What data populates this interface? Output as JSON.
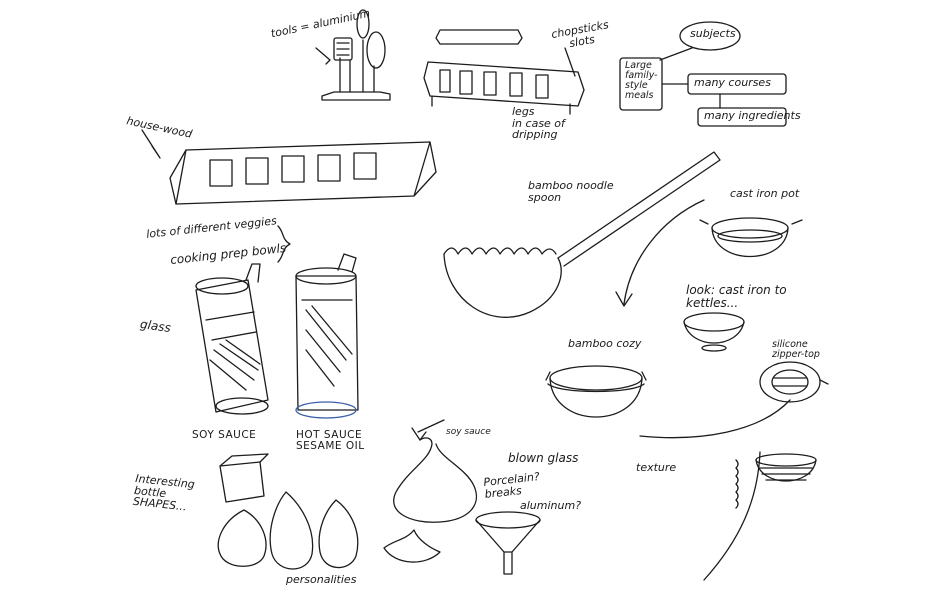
{
  "labels": {
    "tools": "tools = aluminium",
    "chopsticks": "chopsticks\nslots",
    "subjects": "subjects",
    "large_family": "Large\nfamily-\nstyle\nmeals",
    "many_courses": "many courses",
    "many_ingredients": "many ingredients",
    "legs": "legs\nin case of\ndripping",
    "house_wood": "house-wood",
    "veggies": "lots of different veggies",
    "cooking_bowls": "cooking prep bowls",
    "bamboo_spoon": "bamboo noodle\nspoon",
    "cast_iron_pot": "cast iron pot",
    "cast_iron_kettles": "look: cast iron to\nkettles...",
    "glass": "glass",
    "bamboo_cozy": "bamboo cozy",
    "silicone_top": "silicone\nzipper-top",
    "soy_sauce": "SOY SAUCE",
    "hot_sauce": "HOT SAUCE\nSESAME OIL",
    "soy_sauce_small": "soy sauce",
    "blown_glass": "blown glass",
    "porcelain": "Porcelain?\nbreaks",
    "aluminum": "aluminum?",
    "texture": "texture",
    "interesting_bottles": "Interesting\nbottle\nSHAPES...",
    "personalities": "personalities"
  },
  "colors": {
    "ink": "#1c1c1c",
    "accent": "#3b5fa8",
    "paper": "#ffffff"
  }
}
